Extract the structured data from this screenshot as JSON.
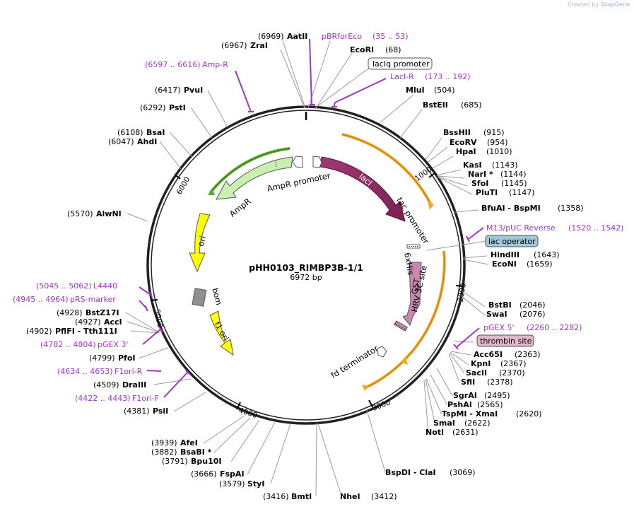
{
  "brand": {
    "prefix": "Created by",
    "name": "SnapGene"
  },
  "map": {
    "name": "pHH0103_RIMBP3B-1/1",
    "size": "6972 bp"
  },
  "ticks": [
    "1000",
    "2000",
    "3000",
    "4000",
    "5000",
    "6000"
  ],
  "enzymes": [
    {
      "name": "AatII",
      "pos": "(6969)"
    },
    {
      "name": "ZraI",
      "pos": "(6967)"
    },
    {
      "name": "EcoRI",
      "pos": "(68)"
    },
    {
      "name": "MluI",
      "pos": "(504)"
    },
    {
      "name": "BstEII",
      "pos": "(685)"
    },
    {
      "name": "BssHII",
      "pos": "(915)"
    },
    {
      "name": "EcoRV",
      "pos": "(954)"
    },
    {
      "name": "HpaI",
      "pos": "(1010)"
    },
    {
      "name": "KasI",
      "pos": "(1143)"
    },
    {
      "name": "NarI *",
      "pos": "(1144)"
    },
    {
      "name": "SfoI",
      "pos": "(1145)"
    },
    {
      "name": "PluTI",
      "pos": "(1147)"
    },
    {
      "name": "BfuAI - BspMI",
      "pos": "(1358)"
    },
    {
      "name": "HindIII",
      "pos": "(1643)"
    },
    {
      "name": "EcoNI",
      "pos": "(1659)"
    },
    {
      "name": "BstBI",
      "pos": "(2046)"
    },
    {
      "name": "SwaI",
      "pos": "(2076)"
    },
    {
      "name": "Acc65I",
      "pos": "(2363)"
    },
    {
      "name": "KpnI",
      "pos": "(2367)"
    },
    {
      "name": "SacII",
      "pos": "(2370)"
    },
    {
      "name": "SfiI",
      "pos": "(2378)"
    },
    {
      "name": "SgrAI",
      "pos": "(2495)"
    },
    {
      "name": "PshAI",
      "pos": "(2565)"
    },
    {
      "name": "TspMI - XmaI",
      "pos": "(2620)"
    },
    {
      "name": "SmaI",
      "pos": "(2622)"
    },
    {
      "name": "NotI",
      "pos": "(2631)"
    },
    {
      "name": "BspDI - ClaI",
      "pos": "(3069)"
    },
    {
      "name": "NheI",
      "pos": "(3412)"
    },
    {
      "name": "BmtI",
      "pos": "(3416)"
    },
    {
      "name": "StyI",
      "pos": "(3579)"
    },
    {
      "name": "FspAI",
      "pos": "(3666)"
    },
    {
      "name": "Bpu10I",
      "pos": "(3791)"
    },
    {
      "name": "BsaBI *",
      "pos": "(3882)"
    },
    {
      "name": "AfeI",
      "pos": "(3939)"
    },
    {
      "name": "PsiI",
      "pos": "(4381)"
    },
    {
      "name": "DraIII",
      "pos": "(4509)"
    },
    {
      "name": "PfoI",
      "pos": "(4799)"
    },
    {
      "name": "PflFI - Tth111I",
      "pos": "(4902)"
    },
    {
      "name": "AccI",
      "pos": "(4927)"
    },
    {
      "name": "BstZ17I",
      "pos": "(4928)"
    },
    {
      "name": "AlwNI",
      "pos": "(5570)"
    },
    {
      "name": "AhdI",
      "pos": "(6047)"
    },
    {
      "name": "BsaI",
      "pos": "(6108)"
    },
    {
      "name": "PstI",
      "pos": "(6292)"
    },
    {
      "name": "PvuI",
      "pos": "(6417)"
    }
  ],
  "primers": [
    {
      "name": "pBRforEco",
      "range": "(35 .. 53)"
    },
    {
      "name": "LacI-R",
      "range": "(173 .. 192)"
    },
    {
      "name": "M13/pUC Reverse",
      "range": "(1520 .. 1542)"
    },
    {
      "name": "pGEX 5'",
      "range": "(2260 .. 2282)"
    },
    {
      "name": "pGEX 3'",
      "range": "(4782 .. 4804)"
    },
    {
      "name": "F1ori-R",
      "range": "(4634 .. 4653)"
    },
    {
      "name": "F1ori-F",
      "range": "(4422 .. 4443)"
    },
    {
      "name": "L4440",
      "range": "(5045 .. 5062)"
    },
    {
      "name": "pRS-marker",
      "range": "(4945 .. 4964)"
    },
    {
      "name": "Amp-R",
      "range": "(6597 .. 6616)"
    }
  ],
  "boxed": {
    "laciq": "lacIq promoter",
    "lacop": "lac operator",
    "thrombin": "thrombin site"
  },
  "features": {
    "laci": "lacI",
    "tac": "tac promoter",
    "his": "6xHis",
    "hrv": "HRV 3C site",
    "gst": "GST",
    "fdterm": "fd terminator",
    "f1ori": "f1 ori",
    "bom": "bom",
    "ori": "ori",
    "ampr": "AmpR",
    "amprprom": "AmpR promoter"
  },
  "colors": {
    "primer": "#a235c8",
    "laci": "#8e2a63",
    "gst": "#c888b0",
    "yellow": "#ffff00",
    "ampr_light": "#c8f0b0",
    "lacop_box": "#9cc8d8",
    "thrombin_box": "#e0b8cc",
    "arc_orange": "#f5a623",
    "arc_green": "#5aaa28"
  }
}
